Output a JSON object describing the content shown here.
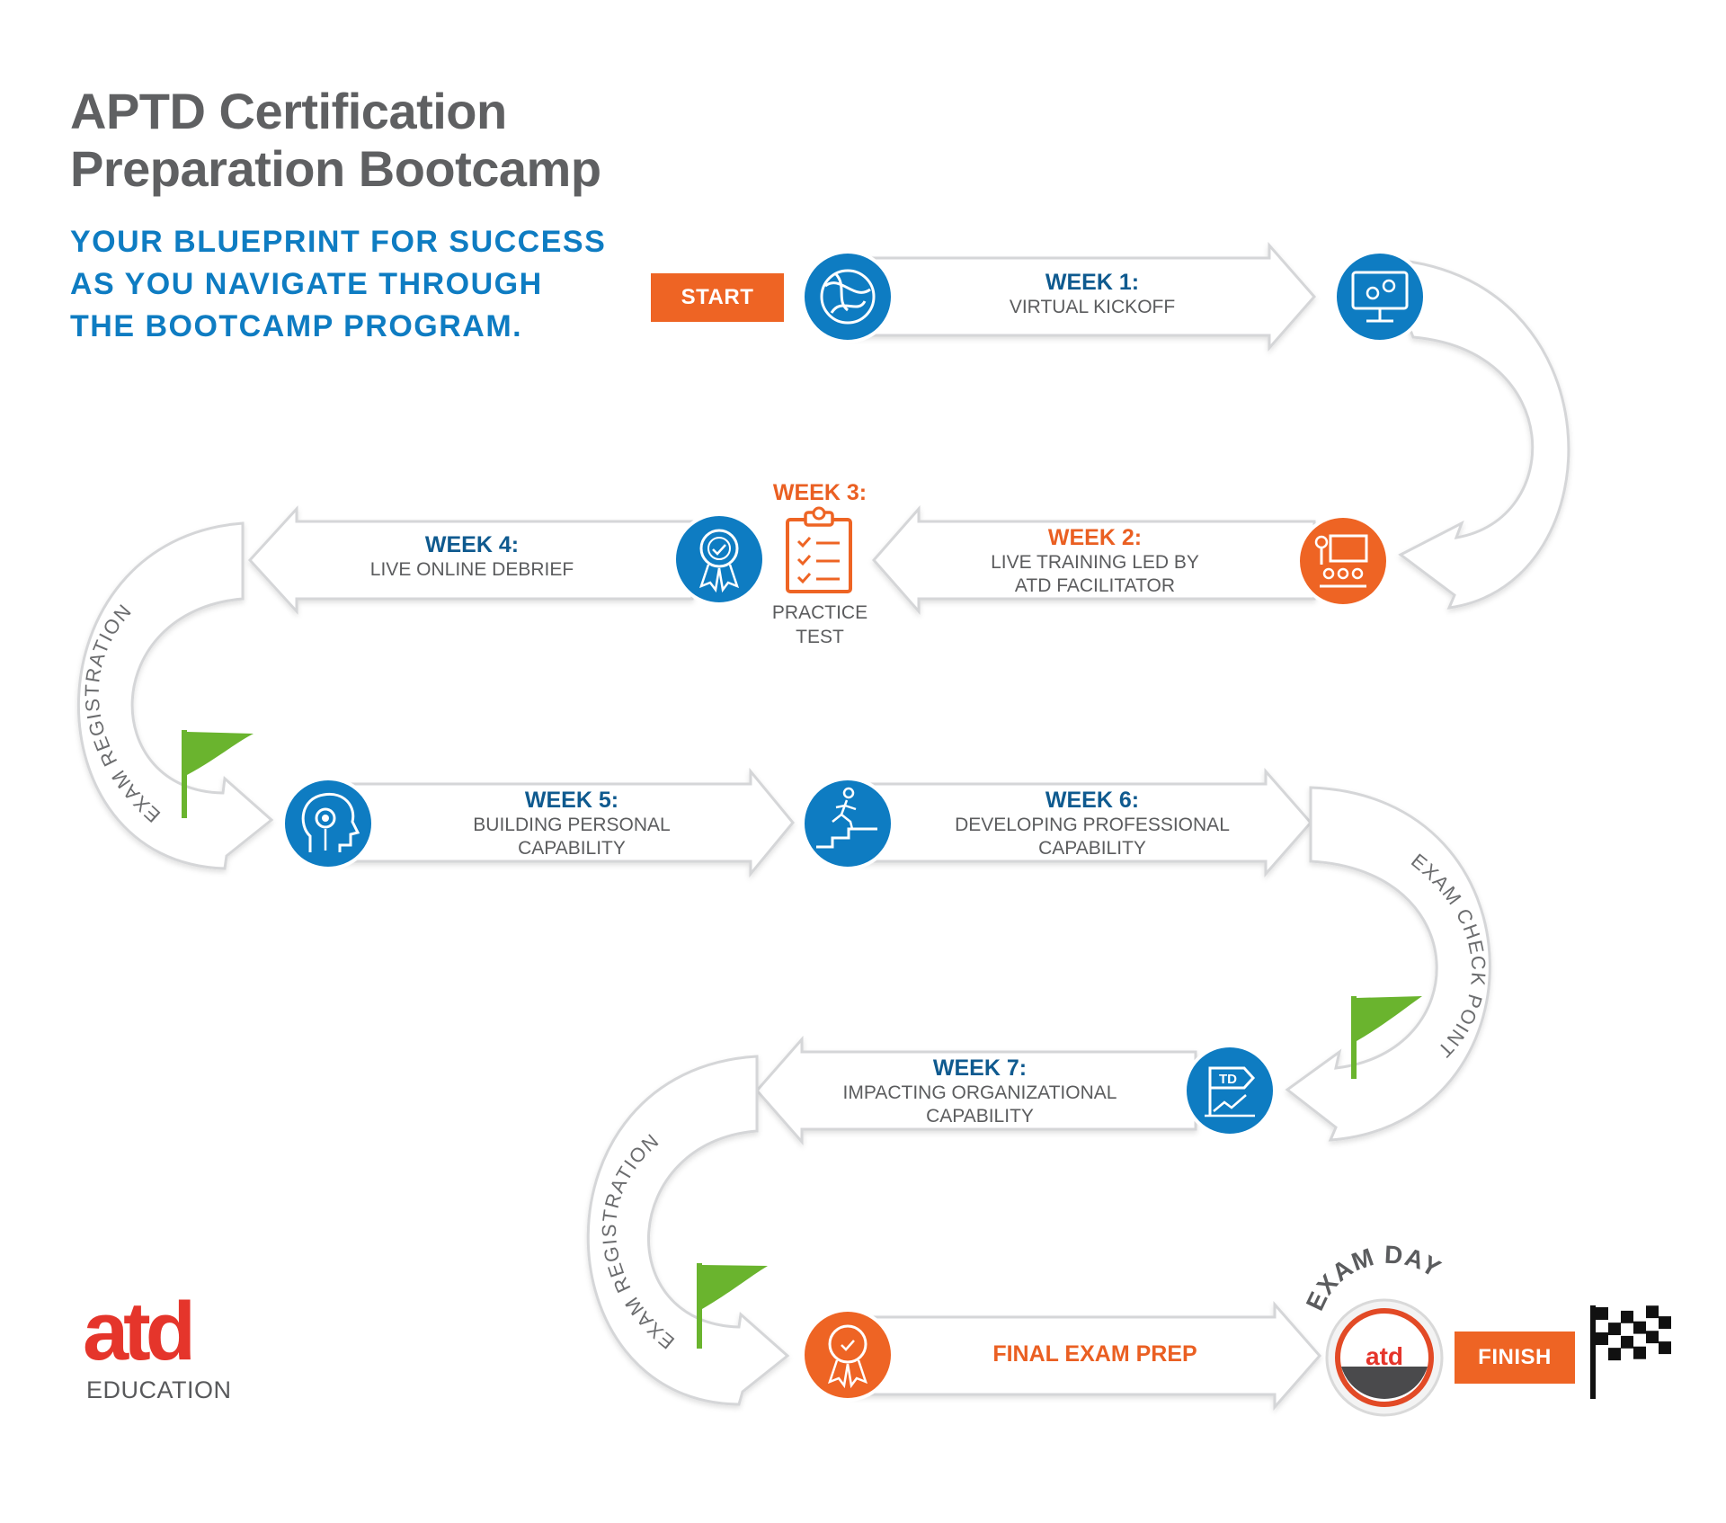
{
  "header": {
    "title_line1": "APTD Certification",
    "title_line2": "Preparation Bootcamp",
    "subtitle_line1": "YOUR BLUEPRINT FOR SUCCESS",
    "subtitle_line2": "AS YOU NAVIGATE THROUGH",
    "subtitle_line3": "THE BOOTCAMP PROGRAM."
  },
  "start_label": "START",
  "finish_label": "FINISH",
  "steps": {
    "week1": {
      "week": "WEEK 1:",
      "line1": "VIRTUAL KICKOFF",
      "line2": ""
    },
    "week2": {
      "week": "WEEK 2:",
      "line1": "LIVE TRAINING LED BY",
      "line2": "ATD FACILITATOR"
    },
    "week3": {
      "week": "WEEK 3:",
      "line1": "PRACTICE",
      "line2": "TEST"
    },
    "week4": {
      "week": "WEEK 4:",
      "line1": "LIVE ONLINE DEBRIEF",
      "line2": ""
    },
    "week5": {
      "week": "WEEK 5:",
      "line1": "BUILDING PERSONAL",
      "line2": "CAPABILITY"
    },
    "week6": {
      "week": "WEEK 6:",
      "line1": "DEVELOPING PROFESSIONAL",
      "line2": "CAPABILITY"
    },
    "week7": {
      "week": "WEEK 7:",
      "line1": "IMPACTING ORGANIZATIONAL",
      "line2": "CAPABILITY"
    },
    "final": "FINAL EXAM PREP"
  },
  "curve_labels": {
    "left1": "EXAM REGISTRATION",
    "right": "EXAM CHECK POINT",
    "left2": "EXAM REGISTRATION"
  },
  "exam_day": "EXAM DAY",
  "badge_text": "atd",
  "td_label": "TD",
  "logo": {
    "word": "atd",
    "sub": "EDUCATION"
  },
  "icons": {
    "week1": "atd-swirl-icon",
    "week1_end": "monitor-gears-icon",
    "week2": "presenter-audience-icon",
    "week3": "clipboard-checklist-icon",
    "week4": "award-ribbon-icon",
    "week5": "head-gear-icon",
    "week6": "person-climbing-steps-icon",
    "week7": "td-growth-chart-icon",
    "final": "award-ribbon-icon",
    "flags": "green-flag-icon",
    "finish": "checkered-flag-icon"
  },
  "colors": {
    "blue": "#0e7cc2",
    "orange": "#ee6424",
    "green": "#6ab42e",
    "gray_text": "#5f6062",
    "track": "#d7d8da"
  }
}
